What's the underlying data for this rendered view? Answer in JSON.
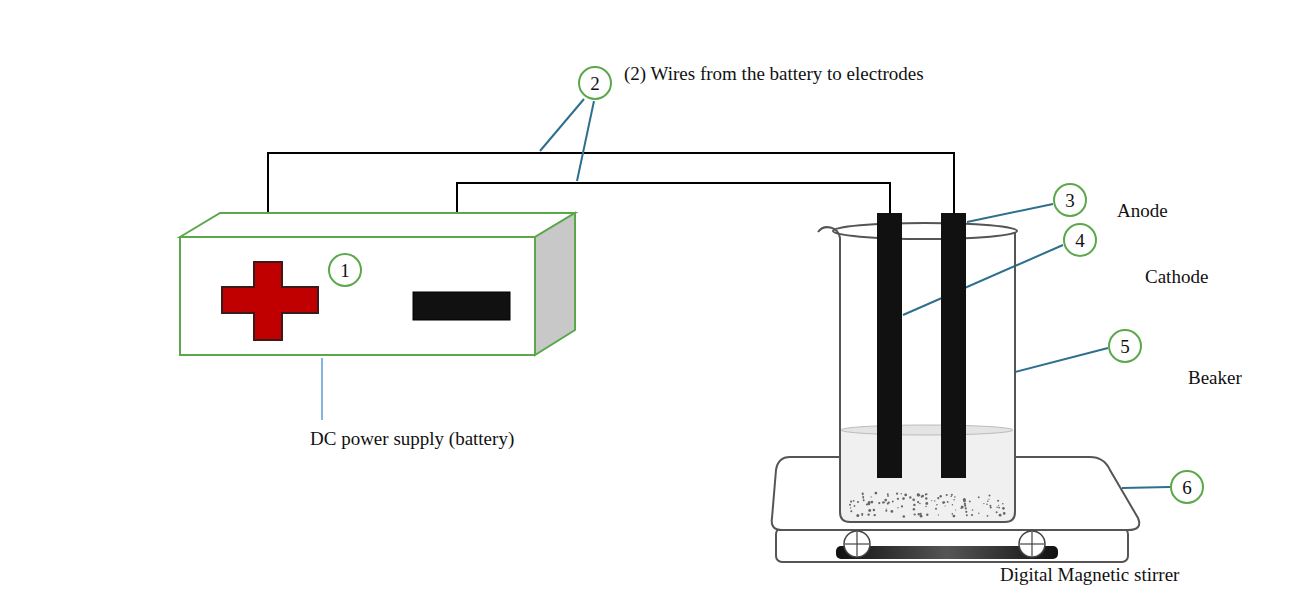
{
  "diagram": {
    "nodes": [
      {
        "text": [
          "2"
        ]
      },
      {
        "text": [
          "3"
        ]
      },
      {
        "text": [
          "1"
        ]
      },
      {
        "text": [
          "4"
        ]
      },
      {
        "text": [
          "5"
        ]
      },
      {
        "text": [
          "6"
        ]
      }
    ],
    "labels": [
      "(2) Wires from the battery to electrodes",
      "Anode",
      "Cathode",
      "Beaker",
      "DC power supply (battery)",
      "Digital Magnetic stirrer"
    ]
  }
}
